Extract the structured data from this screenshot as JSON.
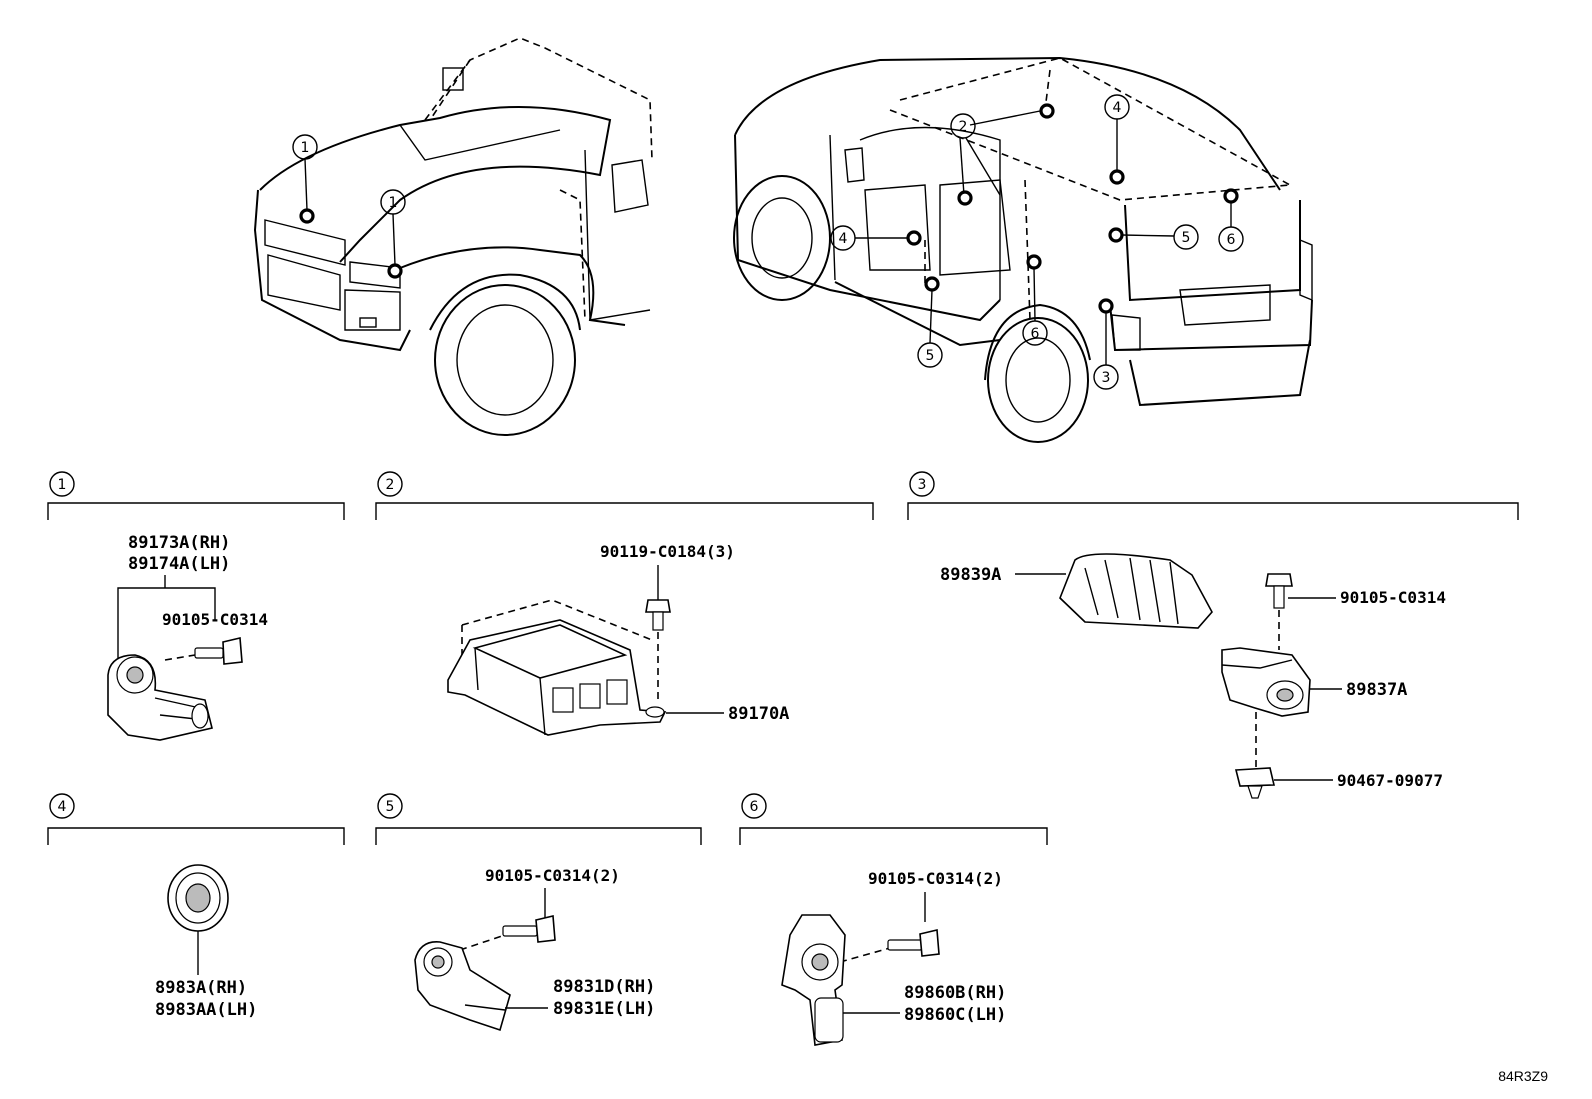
{
  "diagram": {
    "drawing_code": "84R3Z9",
    "sections": [
      {
        "num": "1",
        "parts": [
          "89173A(RH)",
          "89174A(LH)",
          "90105-C0314"
        ]
      },
      {
        "num": "2",
        "parts": [
          "90119-C0184(3)",
          "89170A"
        ]
      },
      {
        "num": "3",
        "parts": [
          "89839A",
          "90105-C0314",
          "89837A",
          "90467-09077"
        ]
      },
      {
        "num": "4",
        "parts": [
          "8983A(RH)",
          "8983AA(LH)"
        ]
      },
      {
        "num": "5",
        "parts": [
          "90105-C0314(2)",
          "89831D(RH)",
          "89831E(LH)"
        ]
      },
      {
        "num": "6",
        "parts": [
          "90105-C0314(2)",
          "89860B(RH)",
          "89860C(LH)"
        ]
      }
    ],
    "front_callouts": [
      "1",
      "1"
    ],
    "rear_callouts": [
      "2",
      "4",
      "4",
      "5",
      "5",
      "6",
      "6",
      "3"
    ]
  }
}
